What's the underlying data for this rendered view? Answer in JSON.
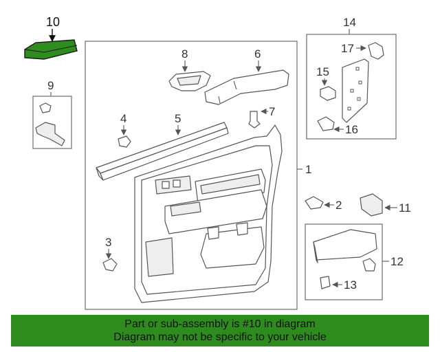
{
  "highlight_color": "#2e8b1e",
  "callouts": {
    "c1": "1",
    "c2": "2",
    "c3": "3",
    "c4": "4",
    "c5": "5",
    "c6": "6",
    "c7": "7",
    "c8": "8",
    "c9": "9",
    "c10": "10",
    "c11": "11",
    "c12": "12",
    "c13": "13",
    "c14": "14",
    "c15": "15",
    "c16": "16",
    "c17": "17"
  },
  "banner": {
    "line1": "Part or sub-assembly is #10 in diagram",
    "line2": "Diagram may not be specific to your vehicle"
  }
}
